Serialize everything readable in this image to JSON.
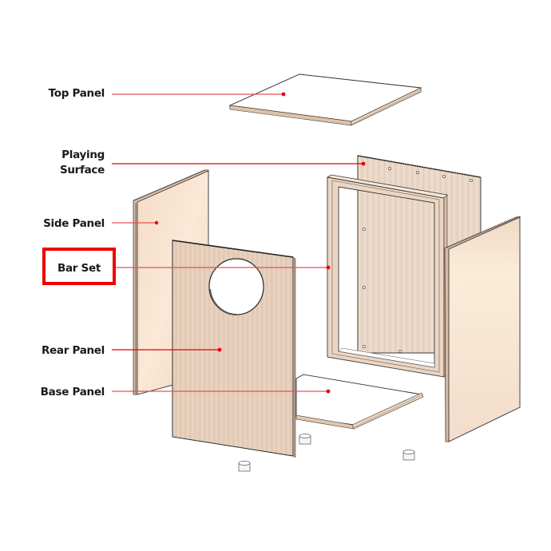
{
  "diagram": {
    "subject": "Cajon exploded assembly view",
    "accent_color": "#e8000b",
    "highlight_color": "#ee0000",
    "highlighted_part": "Bar Set",
    "labels": [
      {
        "id": "top-panel",
        "text": "Top Panel"
      },
      {
        "id": "playing-surface",
        "line1": "Playing",
        "line2": "Surface"
      },
      {
        "id": "side-panel",
        "text": "Side Panel"
      },
      {
        "id": "bar-set",
        "text": "Bar Set"
      },
      {
        "id": "rear-panel",
        "text": "Rear Panel"
      },
      {
        "id": "base-panel",
        "text": "Base Panel"
      }
    ]
  }
}
